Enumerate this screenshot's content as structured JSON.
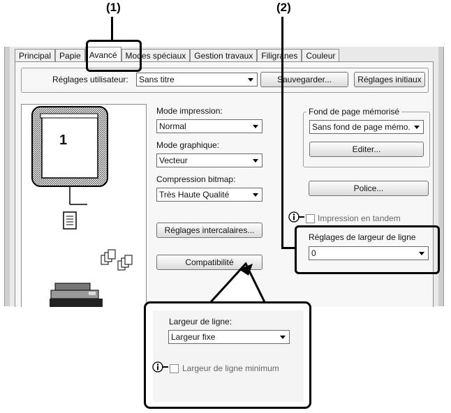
{
  "callouts": {
    "one": "(1)",
    "two": "(2)"
  },
  "tabs": [
    "Principal",
    "Papie",
    "Avancé",
    "Modes spéciaux",
    "Gestion travaux",
    "Filigranes",
    "Couleur"
  ],
  "user_settings": {
    "label": "Réglages utilisateur:",
    "value": "Sans titre",
    "save_button": "Sauvegarder...",
    "defaults_button": "Réglages initiaux"
  },
  "preview": {
    "page_number": "1"
  },
  "print_mode": {
    "label": "Mode impression:",
    "value": "Normal"
  },
  "graphics_mode": {
    "label": "Mode graphique:",
    "value": "Vecteur"
  },
  "bitmap_compression": {
    "label": "Compression bitmap:",
    "value": "Très Haute Qualité"
  },
  "insert_settings_button": "Réglages intercalaires...",
  "compatibility_button": "Compatibilité",
  "stored_background": {
    "legend": "Fond de page mémorisé",
    "value": "Sans fond de page mémo.",
    "edit_button": "Editer..."
  },
  "font_button": "Police...",
  "tandem_print": {
    "label": "Impression en tandem",
    "checked": false
  },
  "line_width_settings": {
    "label": "Réglages de largeur de ligne",
    "value": "0"
  },
  "zoom": {
    "line_width_label": "Largeur de ligne:",
    "line_width_value": "Largeur fixe",
    "min_line_width_label": "Largeur de ligne minimum",
    "min_line_width_checked": false
  }
}
